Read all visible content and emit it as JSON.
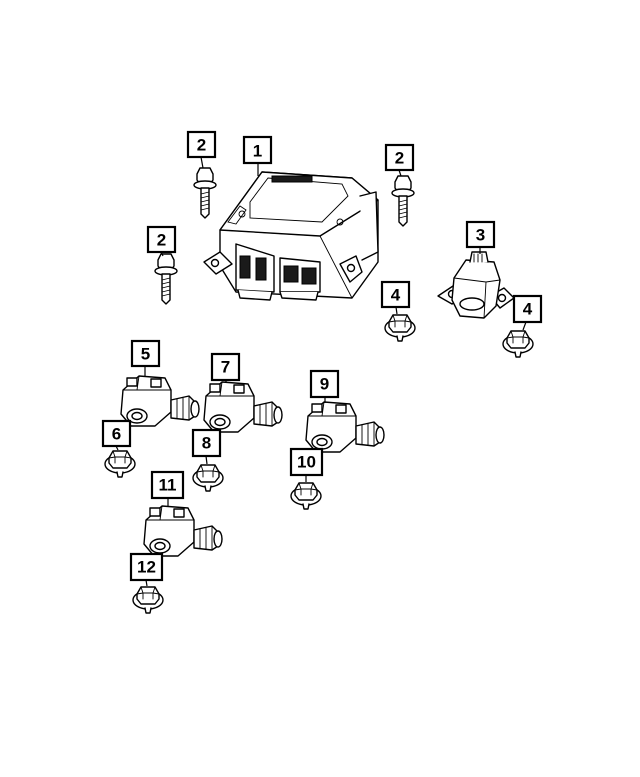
{
  "callouts": {
    "c1": "1",
    "c2a": "2",
    "c2b": "2",
    "c2c": "2",
    "c3": "3",
    "c4a": "4",
    "c4b": "4",
    "c5": "5",
    "c6": "6",
    "c7": "7",
    "c8": "8",
    "c9": "9",
    "c10": "10",
    "c11": "11",
    "c12": "12"
  }
}
